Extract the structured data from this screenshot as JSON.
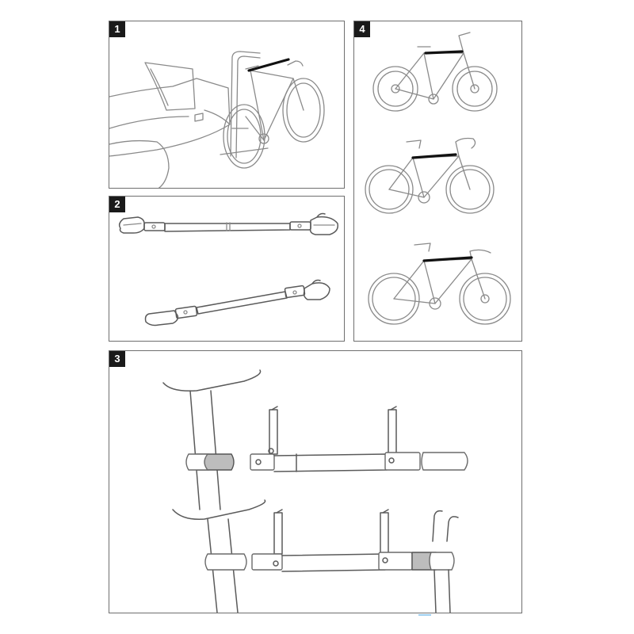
{
  "panels": [
    {
      "id": "panel-1",
      "number": "1"
    },
    {
      "id": "panel-2",
      "number": "2"
    },
    {
      "id": "panel-3",
      "number": "3"
    },
    {
      "id": "panel-4",
      "number": "4"
    }
  ],
  "colors": {
    "badge": "#1a1a1a",
    "line": "#8a8a8a",
    "strap": "#111111",
    "pad": "#bdbdbd"
  }
}
